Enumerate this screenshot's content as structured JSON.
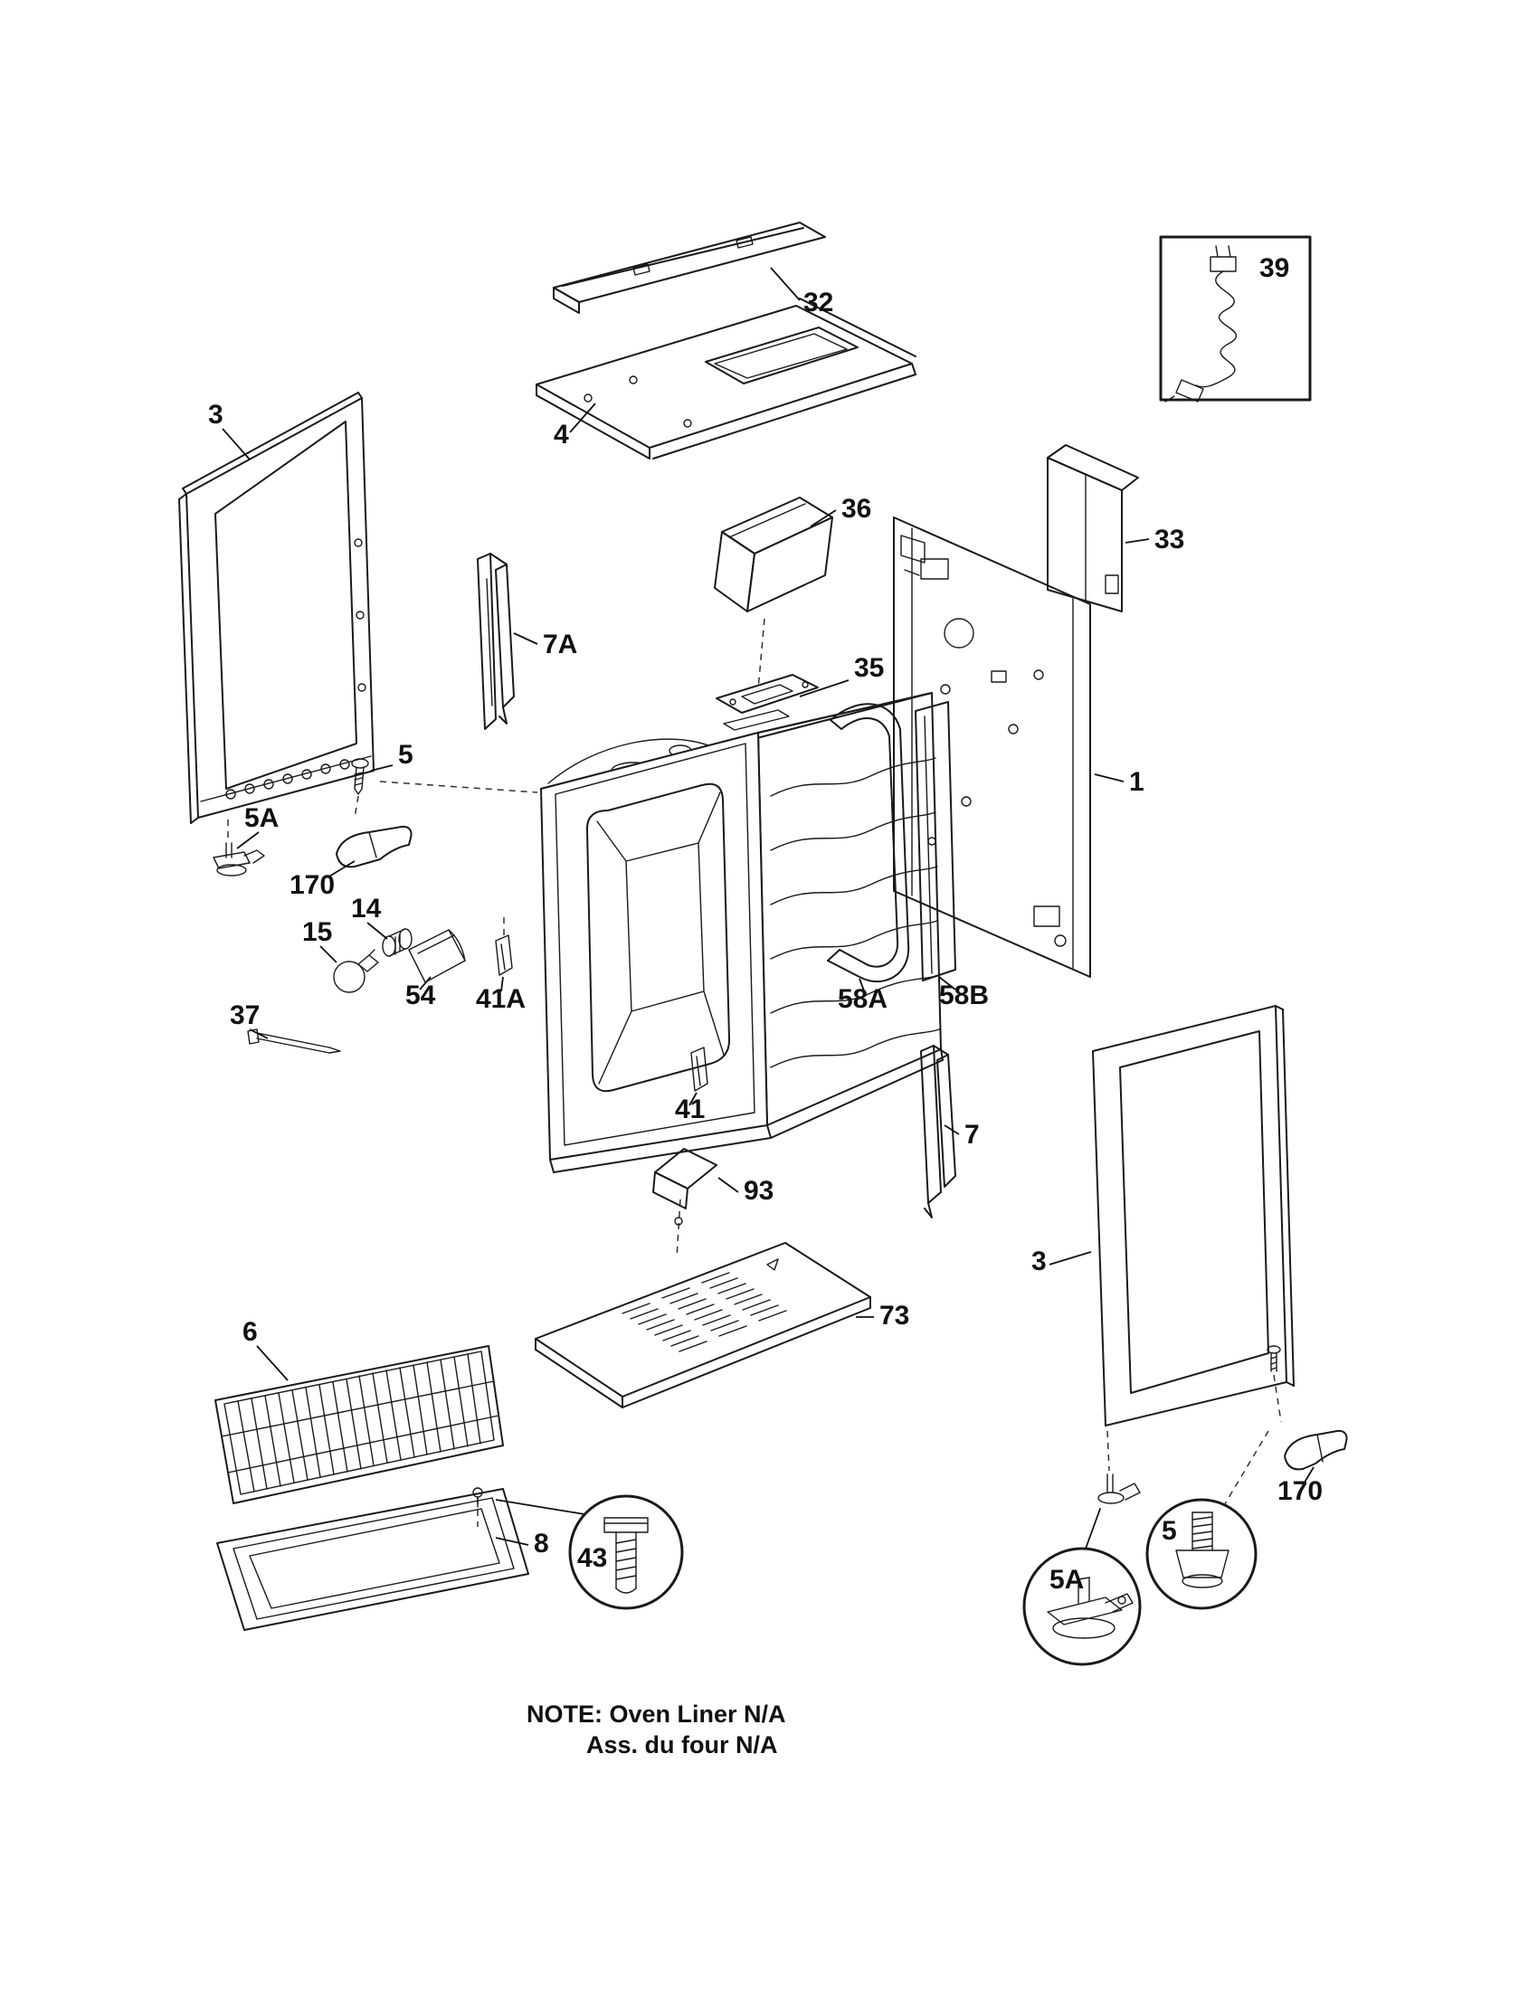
{
  "diagram": {
    "type": "exploded-parts-diagram",
    "subject": "range-body-parts"
  },
  "note": {
    "line1": "NOTE: Oven Liner N/A",
    "line2": "Ass. du four N/A"
  },
  "callouts": {
    "p32": "32",
    "p4": "4",
    "p39": "39",
    "p3_left": "3",
    "p7A": "7A",
    "p36": "36",
    "p35": "35",
    "p33": "33",
    "p1": "1",
    "p5_left": "5",
    "p5A_left": "5A",
    "p170_left": "170",
    "p14": "14",
    "p15": "15",
    "p54": "54",
    "p37": "37",
    "p41A": "41A",
    "p41": "41",
    "p58A": "58A",
    "p58B": "58B",
    "p7": "7",
    "p93": "93",
    "p73": "73",
    "p3_right": "3",
    "p6": "6",
    "p8": "8",
    "p43": "43",
    "p5_right": "5",
    "p5A_right": "5A",
    "p170_right": "170"
  }
}
